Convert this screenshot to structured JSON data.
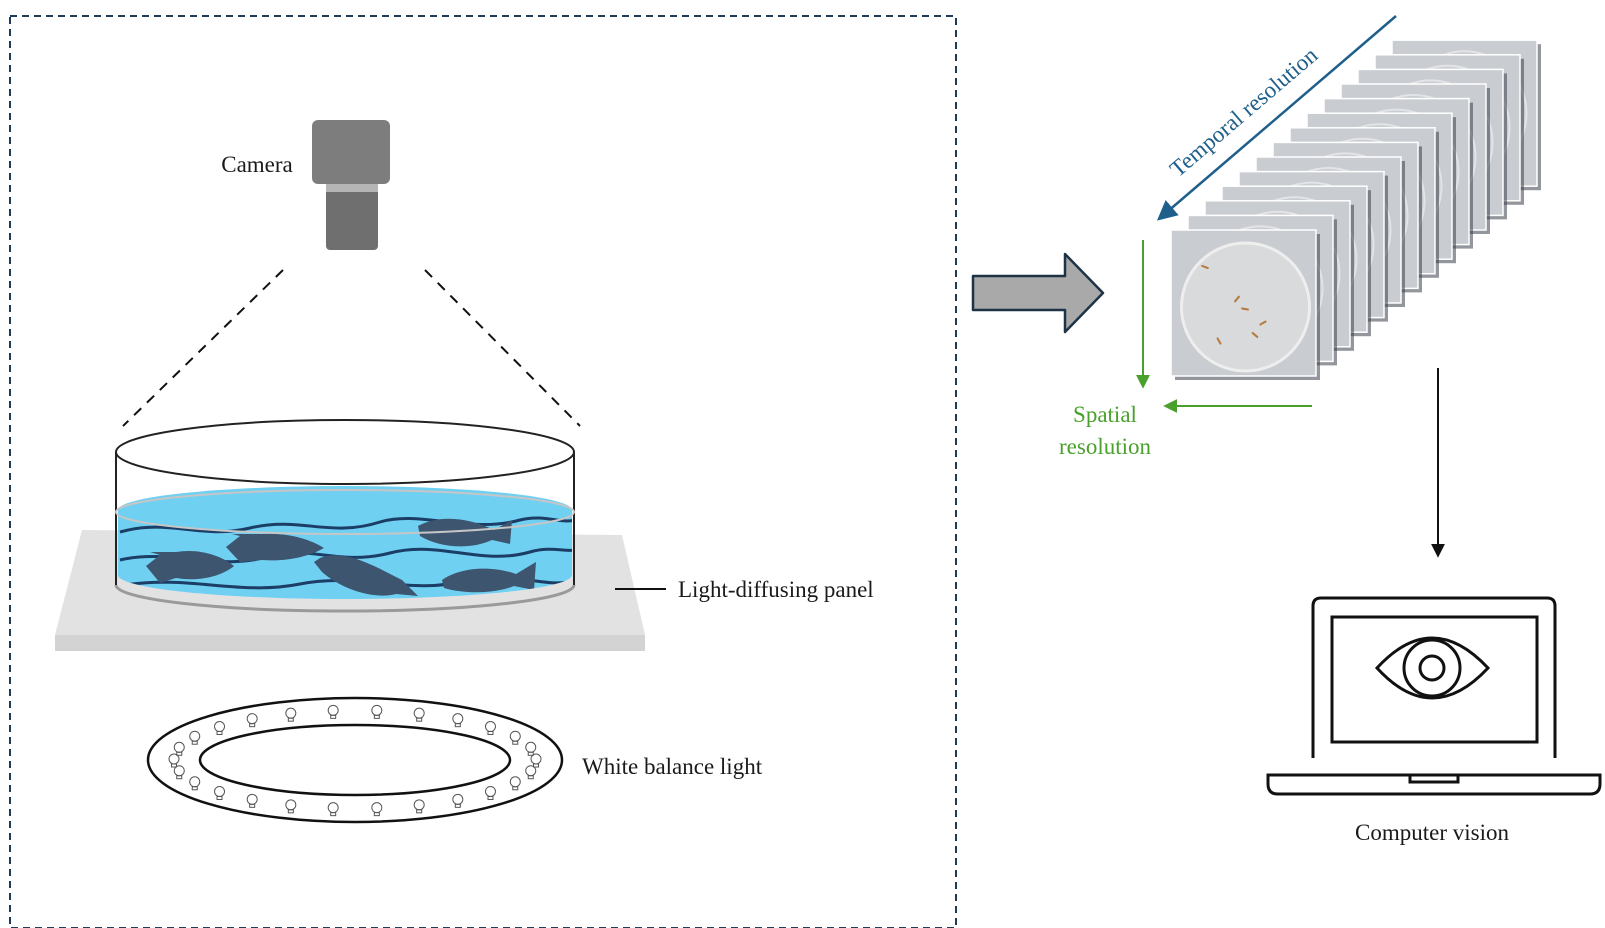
{
  "labels": {
    "camera": "Camera",
    "panel": "Light-diffusing panel",
    "ring_light": "White balance light",
    "temporal": "Temporal resolution",
    "spatial_line1": "Spatial",
    "spatial_line2": "resolution",
    "computer_vision": "Computer vision"
  },
  "colors": {
    "dashed_border": "#1f3b57",
    "water": "#6fd0f2",
    "fish": "#3e556f",
    "panel": "#dcdcdc",
    "camera": "#7a7a7a",
    "temporal": "#1f5f8b",
    "spatial": "#4aa02c",
    "arrow_fill": "#a9a9a9"
  },
  "icons": {
    "camera": "camera-icon",
    "arrow": "right-arrow-icon",
    "laptop": "laptop-icon",
    "eye": "eye-icon",
    "bulb": "bulb-icon"
  }
}
